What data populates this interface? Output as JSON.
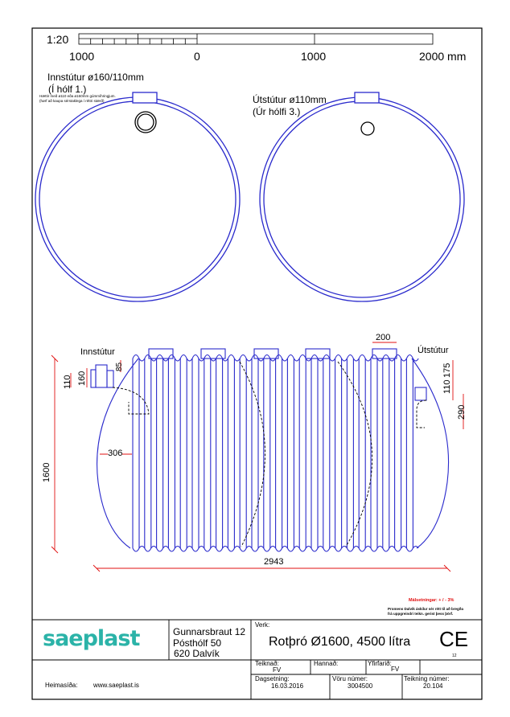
{
  "scale": {
    "ratio": "1:20",
    "labels": [
      "1000",
      "0",
      "1000",
      "2000 mm"
    ]
  },
  "top_view": {
    "inlet_title": "Innstútur ø160/110mm",
    "inlet_sub": "(Í hólf 1.)",
    "inlet_note_1": "Hættir með ø110 eða ø160mm gúmmíhringjum.",
    "inlet_note_2": "(hørf að kaupa sérstaklega í réttri stærð)",
    "outlet_title": "Útstútur ø110mm",
    "outlet_sub": "(Úr hólfi 3.)"
  },
  "side_view": {
    "inlet_label": "Innstútur",
    "outlet_label": "Útstútur",
    "dims": {
      "height": "1600",
      "d110_left": "110",
      "d160": "160",
      "d85": "85",
      "d306": "306",
      "length": "2943",
      "d200": "200",
      "d110_right": "110",
      "d175": "175",
      "d290": "290"
    }
  },
  "notes": {
    "tolerance": "Málsetningar: + / -  3%",
    "disclaimer_1": "Promens Dalvík áskilur sér rétt til að bregða",
    "disclaimer_2": "frá uppgreindri teikn. gerist þess þörf."
  },
  "title_block": {
    "logo": "saeplast",
    "address": [
      "Gunnarsbraut 12",
      "Pósthólf 50",
      "620  Dalvík"
    ],
    "website_label": "Heimasíða:",
    "website": "www.saeplast.is",
    "verk_label": "Verk:",
    "verk": "Rotþró Ø1600, 4500 lítra",
    "ce_mark": "CE",
    "ce_number": "12",
    "teiknad_label": "Teiknað:",
    "teiknad": "FV",
    "hannad_label": "Hannað:",
    "yfirfarid_label": "Yfirfarið:",
    "yfirfarid": "FV",
    "date_label": "Dagsetning:",
    "date": "16.03.2016",
    "product_label": "Vöru númer:",
    "product": "3004500",
    "drawing_label": "Teikning númer:",
    "drawing": "20.104"
  },
  "colors": {
    "tank": "#2a2acc",
    "dimension": "#e01010",
    "logo": "#2bb3a8"
  }
}
